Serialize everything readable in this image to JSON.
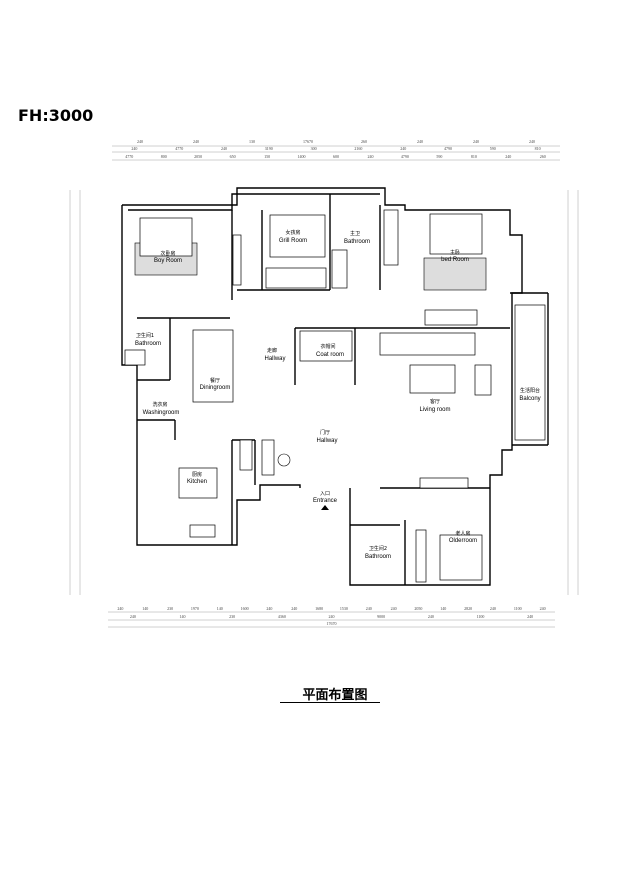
{
  "header": {
    "fh_label": "FH:3000"
  },
  "title": "平面布置图",
  "rooms": [
    {
      "cn": "次卧房",
      "en": "Boy Room"
    },
    {
      "cn": "女孩房",
      "en": "Grill Room"
    },
    {
      "cn": "主卫",
      "en": "Bathroom"
    },
    {
      "cn": "主卧",
      "en": "bed Room"
    },
    {
      "cn": "卫生间1",
      "en": "Bathroom"
    },
    {
      "cn": "餐厅",
      "en": "Diningroom"
    },
    {
      "cn": "走廊",
      "en": "Hallway"
    },
    {
      "cn": "衣帽间",
      "en": "Coat room"
    },
    {
      "cn": "客厅",
      "en": "Living room"
    },
    {
      "cn": "生活阳台",
      "en": "Balcony"
    },
    {
      "cn": "洗衣房",
      "en": "Washingroom"
    },
    {
      "cn": "门厅",
      "en": "Hallway"
    },
    {
      "cn": "厨房",
      "en": "Kitchen"
    },
    {
      "cn": "入口",
      "en": "Entrance"
    },
    {
      "cn": "卫生间2",
      "en": "Bathroom"
    },
    {
      "cn": "老人房",
      "en": "Olderroom"
    }
  ],
  "dimensions": {
    "top_row1": [
      "240",
      "240",
      "130",
      "17670",
      "260",
      "240",
      "240",
      "240"
    ],
    "top_row2": [
      "240",
      "4770",
      "240",
      "3190",
      "300",
      "2160",
      "240",
      "4790",
      "590",
      "810"
    ],
    "top_row3": [
      "4770",
      "800",
      "2050",
      "650",
      "150",
      "1400",
      "600",
      "240",
      "4790",
      "590",
      "810",
      "240",
      "260"
    ],
    "bottom_row1": [
      "240",
      "140",
      "230",
      "1970",
      "140",
      "1600",
      "240",
      "240",
      "1680",
      "1530",
      "240",
      "240",
      "2050",
      "140",
      "2820",
      "240",
      "1100",
      "240"
    ],
    "bottom_row2": [
      "240",
      "140",
      "230",
      "4360",
      "240",
      "9000",
      "240",
      "1100",
      "240"
    ],
    "bottom_row3": [
      "17670"
    ]
  }
}
